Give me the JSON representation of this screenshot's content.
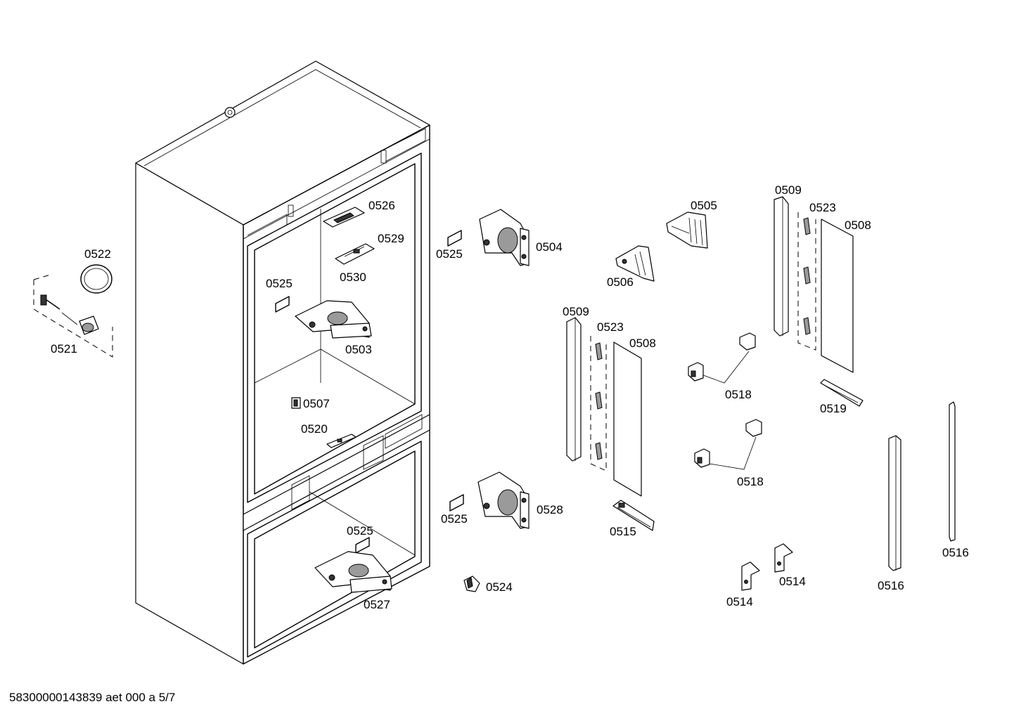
{
  "labels": {
    "l0522": "0522",
    "l0521": "0521",
    "l0526": "0526",
    "l0529": "0529",
    "l0530": "0530",
    "l0525a": "0525",
    "l0525b": "0525",
    "l0525c": "0525",
    "l0525d": "0525",
    "l0503": "0503",
    "l0504": "0504",
    "l0507": "0507",
    "l0520": "0520",
    "l0528": "0528",
    "l0527": "0527",
    "l0524": "0524",
    "l0505": "0505",
    "l0506": "0506",
    "l0509a": "0509",
    "l0509b": "0509",
    "l0523a": "0523",
    "l0523b": "0523",
    "l0508a": "0508",
    "l0508b": "0508",
    "l0518a": "0518",
    "l0518b": "0518",
    "l0519": "0519",
    "l0515": "0515",
    "l0516a": "0516",
    "l0516b": "0516",
    "l0514a": "0514",
    "l0514b": "0514"
  },
  "footer": "58300000143839 aet 000 a 5/7"
}
